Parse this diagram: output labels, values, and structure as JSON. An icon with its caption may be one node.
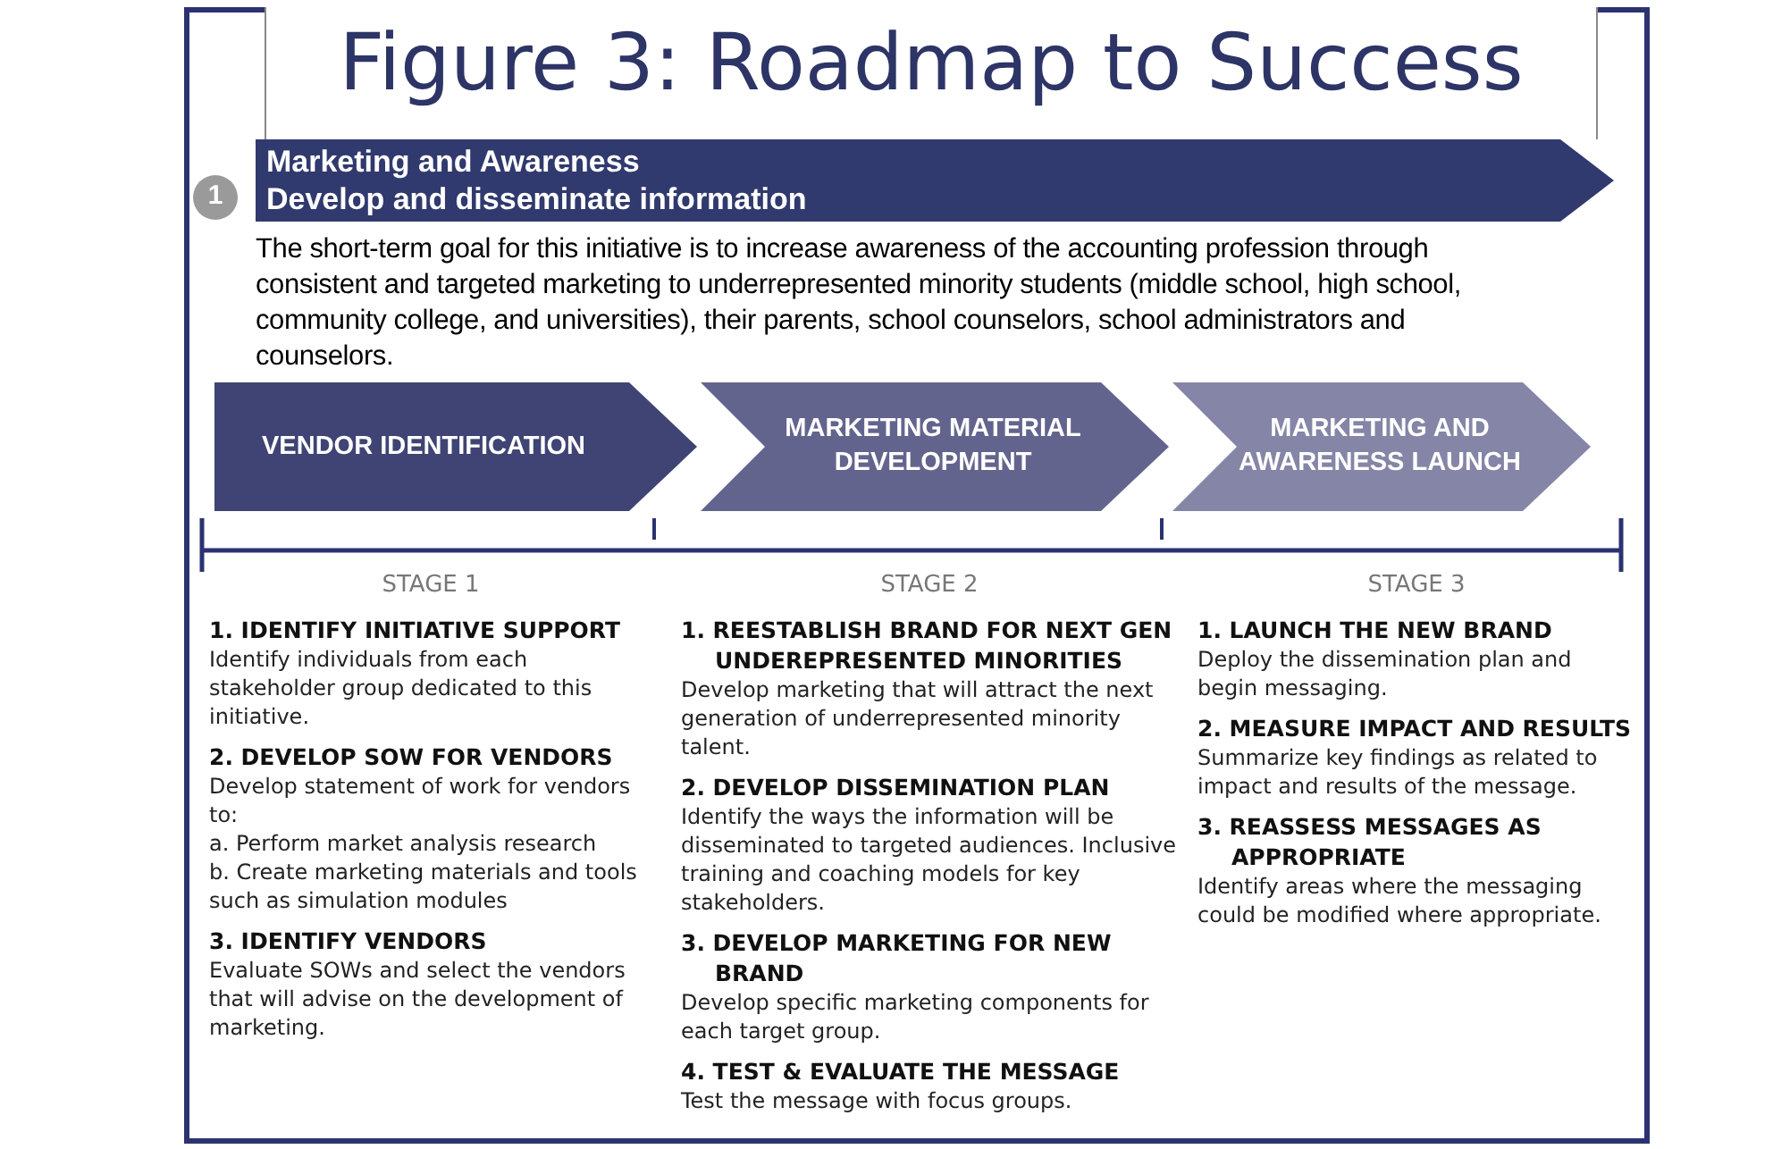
{
  "diagram": {
    "title": "Figure 3: Roadmap to Success",
    "nodes": [
      {
        "text": [
          "1"
        ]
      },
      {
        "text": [
          "Marketing and Awareness",
          "Develop and disseminate information"
        ]
      },
      {
        "text": [
          "VENDOR IDENTIFICATION"
        ]
      },
      {
        "text": [
          "MARKETING MATERIAL DEVELOPMENT"
        ]
      },
      {
        "text": [
          "MARKETING AND AWARENESS LAUNCH"
        ]
      }
    ],
    "labels": [
      "The short-term goal for this initiative is to increase awareness of the accounting profession through consistent and targeted marketing to underrepresented minority students (middle school, high school, community college, and universities), their parents, school counselors, school administrators and counselors.",
      "STAGE 1",
      "1. IDENTIFY INITIATIVE SUPPORT",
      "Identify individuals from each stakeholder group dedicated to this initiative.",
      "2. DEVELOP SOW FOR VENDORS",
      "Develop statement of work for vendors to:",
      "a. Perform market analysis research",
      "b. Create marketing materials and tools such as simulation modules",
      "3. IDENTIFY VENDORS",
      "Evaluate SOWs and select the vendors that will advise on the development of marketing.",
      "STAGE 2",
      "1. REESTABLISH BRAND FOR NEXT GEN UNDEREPRESENTED MINORITIES",
      "Develop marketing that will attract the next generation of underrepresented minority talent.",
      "2. DEVELOP DISSEMINATION PLAN",
      "Identify the ways the information will be disseminated to targeted audiences. Inclusive training and coaching models for key stakeholders.",
      "3. DEVELOP MARKETING FOR NEW BRAND",
      "Develop specific marketing components for each target group.",
      "4. TEST & EVALUATE THE MESSAGE",
      "Test the message with focus groups.",
      "STAGE 3",
      "1. LAUNCH THE NEW BRAND",
      "Deploy the dissemination plan and begin messaging.",
      "2. MEASURE IMPACT AND RESULTS",
      "Summarize key findings as related to impact and results of the message.",
      "3. REASSESS MESSAGES AS APPROPRIATE",
      "Identify areas where the messaging could be modified where appropriate."
    ]
  }
}
